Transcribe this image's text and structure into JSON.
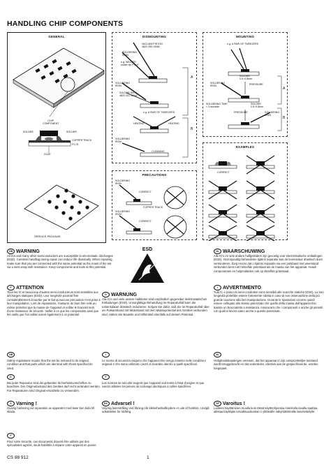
{
  "page": {
    "title": "HANDLING CHIP COMPONENTS",
    "code": "CS 88 912",
    "page_number": "1"
  },
  "panels": {
    "general": {
      "title": "GENERAL",
      "labels": [
        "CHIP\nCOMPONENT",
        "SOLDER",
        "SOLDER",
        "COPPER TRACK",
        "P.C.B.",
        "GLUE"
      ],
      "footer": "SERVICE PACKAGE"
    },
    "dismounting": {
      "title": "DISMOUNTING",
      "labels": [
        "VACUUM PISTON\n4822 395 10082",
        "SOLDERING\nIRON",
        "e.g. WELLER\nsolder tip PT-H7",
        "SOLDERING\nIRON",
        "SOLDER WICK\n4822 321 40042",
        "e.g. A PAIR OF TWEEZERS",
        "HEATING",
        "HEATING",
        "SOLDERING\nIRON",
        "CLEANING"
      ],
      "marks": [
        "A",
        "B"
      ]
    },
    "mounting": {
      "title": "MOUNTING",
      "labels": [
        "e.g. A PAIR OF TWEEZERS",
        "SOLDER\n0.5~0.8mm",
        "SOLDERING\nIRON",
        "PRESSURE",
        "SOLDERING TIME\n< 3 sec/side",
        "SOLDER\n0.5~0.8mm",
        "PRESSURE",
        "SOLDERING\nIRON"
      ],
      "marks": [
        "A",
        "B"
      ]
    },
    "precautions": {
      "title": "PRECAUTIONS",
      "labels": [
        "SOLDERING\nIRON",
        "CORRECT",
        "COPPER TRACK",
        "SOLDERING\nIRON",
        "CORRECT"
      ]
    },
    "examples": {
      "title": "EXAMPLES",
      "labels": [
        "CORRECT"
      ]
    }
  },
  "esd": {
    "label": "ESD"
  },
  "sections": [
    {
      "lang": "GB",
      "title": "WARNING",
      "text": "All ICs and many other semiconductors are susceptible to electrostatic discharges (ESD). Careless handling during repair can reduce life drastically. When repairing, make sure that you are connected with the same potential as the mass of the set via a wrist wrap with resistance. Keep components and tools at this potential."
    },
    {
      "lang": "NL",
      "title": "WAARSCHUWING",
      "text": "Alle IC's en vele andere halfgeleiders zijn gevoelig voor electrostatische ontladingen (ESD). Onzorgvuldig behandelen tijdens reparatie kan de levensduur drastisch doen verminderen. Zorg ervoor dat u tijdens reparatie via een polsband met weerstand verbonden bent met hetzelfde potentiaal als de massa van het apparaat. Houdt componenten en hulpmiddelen ook op ditzelfde potentiaal."
    },
    {
      "lang": "F",
      "title": "ATTENTION",
      "text": "Tous les IC et beaucoup d'autres semi-conducteurs sont sensibles aux décharges statiques (ESD). Leur longévité pourrait être considérablement écourtée par le fait qu'aucune précaution n'est prise à leur manipulation. Lors de réparations, s'assurer de bien être relié au même potentiel que la masse de l'appareil et enfiler le bracelet serti d'une résistance de sécurité. Veiller à ce que les composants ainsi que les outils que l'on utilise soient également à ce potentiel."
    },
    {
      "lang": "I",
      "title": "AVVERTIMENTO",
      "text": "Tutti IC e parecchi semi-conduttori sono sensibili alle scariche statiche (ESD). La loro longevità potrebbe essere fortemente ridotta in caso di non osservazione della più grande cauzione alla loro manipolazione. Durante le riparazioni occorre quindi essere collegato allo stesso potenziale che quello della massa dell'apparecchio tramite un braccialetto a resistenza. Assicurarsi che i componenti e anche gli utensili con quali si lavora siano anche a questo potenziale."
    },
    {
      "lang": "D",
      "title": "WARNUNG",
      "text": "Alle ICs und viele andere Halbleiter sind empfindlich gegenüber elektrostatischen Entladungen (ESD). Unsorgfältige Behandlung im Reparaturfall kann die Lebensdauer drastisch reduzieren. Sorgen Sie dafür, daß Sie im Reparaturfall über ein Pulsarmband mit Widerstand mit dem Massepotential des Gerätes verbunden sind. Halten Sie Bauteile und Hilfsmittel ebenfalls auf diesem Potential."
    },
    {
      "lang": "GB",
      "title": "",
      "text": "Safety regulations require that the set be restored to its original condition and that parts which are identical with those specified be used."
    },
    {
      "lang": "NL",
      "title": "",
      "text": "Veiligheidsbepalingen vereisen, dat het apparaat in zijn oorspronkelijke toestand wordt teruggebracht en dat onderdelen, identiek aan de gespecificeerde, worden toegepast."
    },
    {
      "lang": "I",
      "title": "",
      "text": "Le norme di sicurezza esigono che l'apparecchio venga rimesso nelle condizioni originali e che siano utilizzati i pezzi di ricambio identici a quelli specificati."
    },
    {
      "lang": "D",
      "title": "",
      "text": "Bei jeder Reparatur sind die geltenden Sicherheitsvorschriften zu beachten. Der Originalzustand des Gerätes darf nicht verändert werden. Für Reparaturen sind Original-ersatzteile zu verwenden."
    },
    {
      "lang": "F",
      "title": "",
      "text": "Les normes de sécurité exigent que l'appareil soit remis à l'état d'origine et que soient utilisées les pièces de rechange identiques à celles spécifiées."
    },
    {
      "lang": "S",
      "title": "Varning !",
      "text": "Ovarlig hantering vid reparation av apparater med laser kan leda till skada."
    },
    {
      "lang": "DK",
      "title": "Advarsel !",
      "text": "Usynlig laserstråling ved åbning når sikkerhedsafbrydere er ude af funktion. Undgå udsættelse for stråling."
    },
    {
      "lang": "SF",
      "title": "Varoitus !",
      "text": "Laitteen käyttäminen muulla kuin tässä käyttöohjeessa mainitulla tavalla saattaa altistaa käyttäjän turvallisuusluokan 1 ylittävälle näkymättömälle lasersäteilylle."
    },
    {
      "lang": "F",
      "title": "",
      "text": "Pour votre sécurité, ces documents doivent être utilisés par des spécialistes agréés, seuls habilités à réparer votre appareil en panne."
    }
  ]
}
